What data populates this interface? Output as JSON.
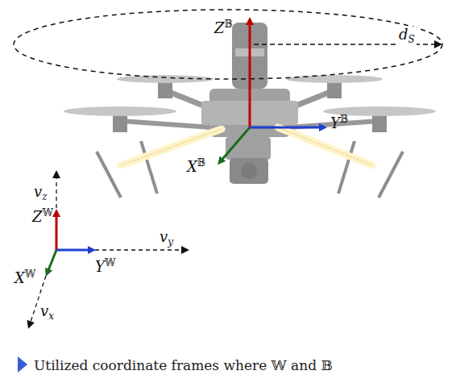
{
  "diagram": {
    "labels": [
      "Z𝔹",
      "dS",
      "Y𝔹",
      "X𝔹",
      "vz",
      "Z𝕎",
      "vy",
      "Y𝕎",
      "X𝕎",
      "vx",
      "Utilized coordinate frames where 𝕎 and 𝔹"
    ]
  }
}
